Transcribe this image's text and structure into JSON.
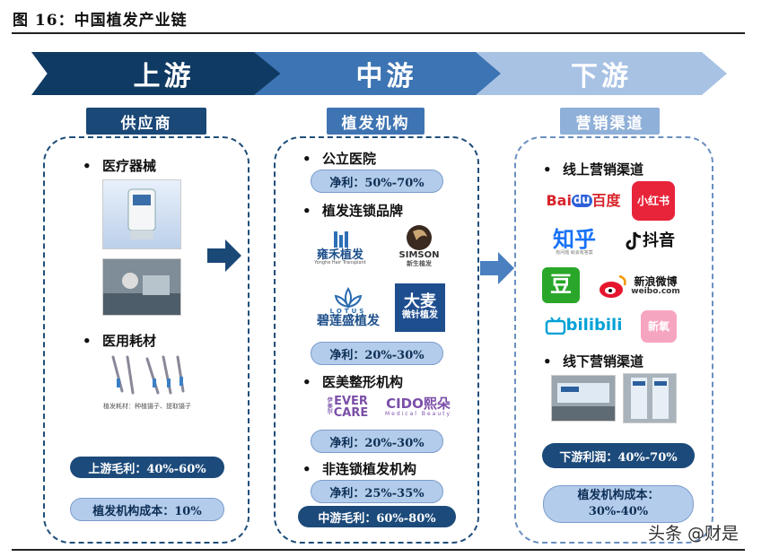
{
  "title": "图 16：中国植发产业链",
  "stages": [
    "上游",
    "中游",
    "下游"
  ],
  "headers": [
    "供应商",
    "植发机构",
    "营销渠道"
  ],
  "upstream": {
    "bullets": [
      "医疗器械",
      "医用耗材"
    ],
    "caption": "植发耗材：种植镊子、提取镊子",
    "pills": [
      "上游毛利：40%-60%",
      "植发机构成本：10%"
    ]
  },
  "midstream": {
    "bullets": [
      "公立医院",
      "植发连锁品牌",
      "医美整形机构",
      "非连锁植发机构"
    ],
    "pills": [
      "净利：50%-70%",
      "净利：20%-30%",
      "净利：20%-30%",
      "净利：25%-35%",
      "中游毛利：60%-80%"
    ],
    "logos": {
      "yonghe_cn": "雍禾植发",
      "yonghe_en": "Yonghe Hair Transplant",
      "simson_en": "SIMSON",
      "simson_cn": "新生植发",
      "lotus_en": "LOTUS",
      "lotus_cn": "碧莲盛植发",
      "damai_big": "大麦",
      "damai_small": "微针植发",
      "evercare_cn": "伊美尔",
      "evercare_en1": "EVER",
      "evercare_en2": "CARE",
      "cido_en": "CIDO",
      "cido_cn": "熙朵",
      "cido_sub": "Medical Beauty"
    }
  },
  "downstream": {
    "bullets": [
      "线上营销渠道",
      "线下营销渠道"
    ],
    "pills": [
      "下游利润：40%-70%",
      "植发机构成本：30%-40%"
    ],
    "logos": {
      "baidu_a": "Bai",
      "baidu_b": "du",
      "baidu_cn": "百度",
      "xhs": "小红书",
      "zhihu": "知乎",
      "zhihu_sub": "有问题 就会有答案",
      "douyin": "抖音",
      "douban": "豆",
      "weibo_cn": "新浪微博",
      "weibo_en": "weibo.com",
      "bilibili": "bilibili",
      "xinyang": "新氧"
    }
  },
  "watermark": "头条 @财是",
  "colors": {
    "dark_navy": "#0f3a63",
    "mid_blue": "#3d74b3",
    "light_blue": "#a8c2e4"
  }
}
